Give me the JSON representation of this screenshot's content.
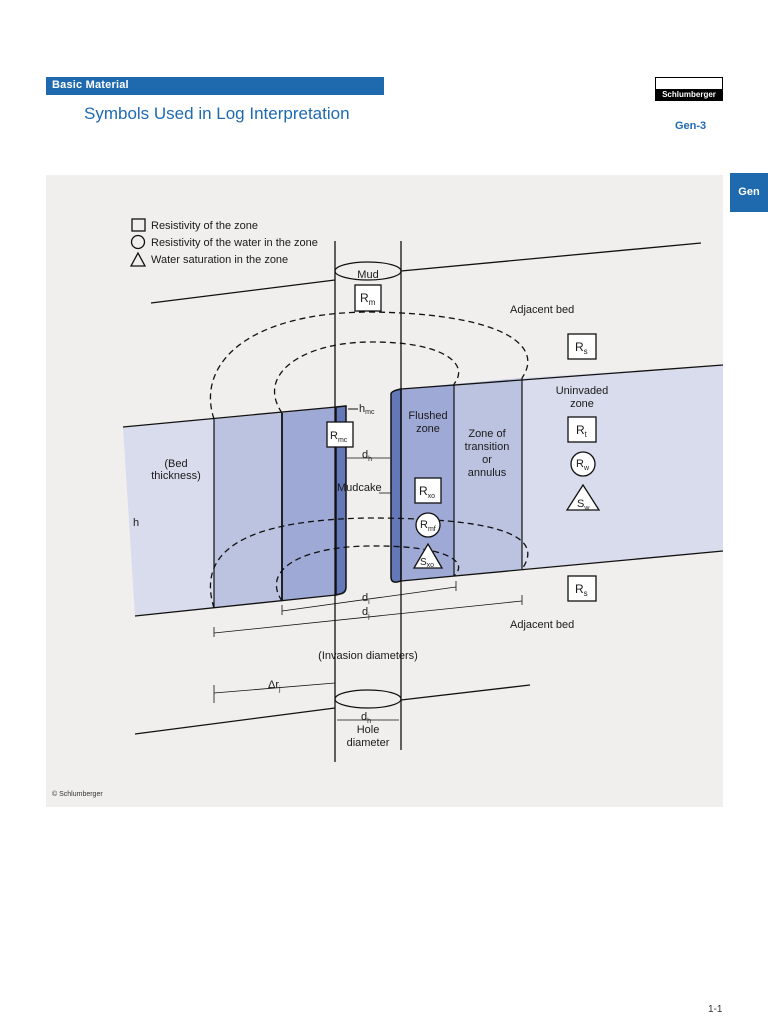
{
  "header": {
    "section": "Basic Material",
    "title": "Symbols Used in Log Interpretation",
    "logo_text": "Schlumberger",
    "doc_code": "Gen-3",
    "side_tab": "Gen"
  },
  "colors": {
    "accent": "#1f6aaf",
    "figure_bg": "#f1efed",
    "uninvaded": "#d9dcec",
    "transition": "#bcc3e0",
    "flushed": "#9ea9d6",
    "mudcake": "#6478b9"
  },
  "legend": {
    "square": "Resistivity of the zone",
    "circle": "Resistivity of the water in the zone",
    "triangle": "Water saturation in the zone"
  },
  "labels": {
    "mud": "Mud",
    "adjacent_bed": "Adjacent bed",
    "uninvaded_1": "Uninvaded",
    "uninvaded_2": "zone",
    "flushed_1": "Flushed",
    "flushed_2": "zone",
    "transition_1": "Zone of",
    "transition_2": "transition",
    "transition_3": "or",
    "transition_4": "annulus",
    "bed_1": "(Bed",
    "bed_2": "thickness)",
    "h": "h",
    "mudcake": "Mudcake",
    "invasion": "(Invasion diameters)",
    "hole_1": "Hole",
    "hole_2": "diameter"
  },
  "symbols": {
    "rm_main": "R",
    "rm_sub": "m",
    "rs_main": "R",
    "rs_sub": "s",
    "rt_main": "R",
    "rt_sub": "t",
    "rw_main": "R",
    "rw_sub": "w",
    "sw_main": "S",
    "sw_sub": "w",
    "rmc_main": "R",
    "rmc_sub": "mc",
    "rxo_main": "R",
    "rxo_sub": "xo",
    "rmf_main": "R",
    "rmf_sub": "mf",
    "sxo_main": "S",
    "sxo_sub": "xo",
    "hmc_main": "h",
    "hmc_sub": "mc",
    "dh_main": "d",
    "dh_sub": "h",
    "di_main": "d",
    "di_sub": "i",
    "dj_main": "d",
    "dj_sub": "j",
    "drj_main": "Δr",
    "drj_sub": "j"
  },
  "footer": {
    "copyright": "© Schlumberger",
    "page_number": "1-1"
  }
}
